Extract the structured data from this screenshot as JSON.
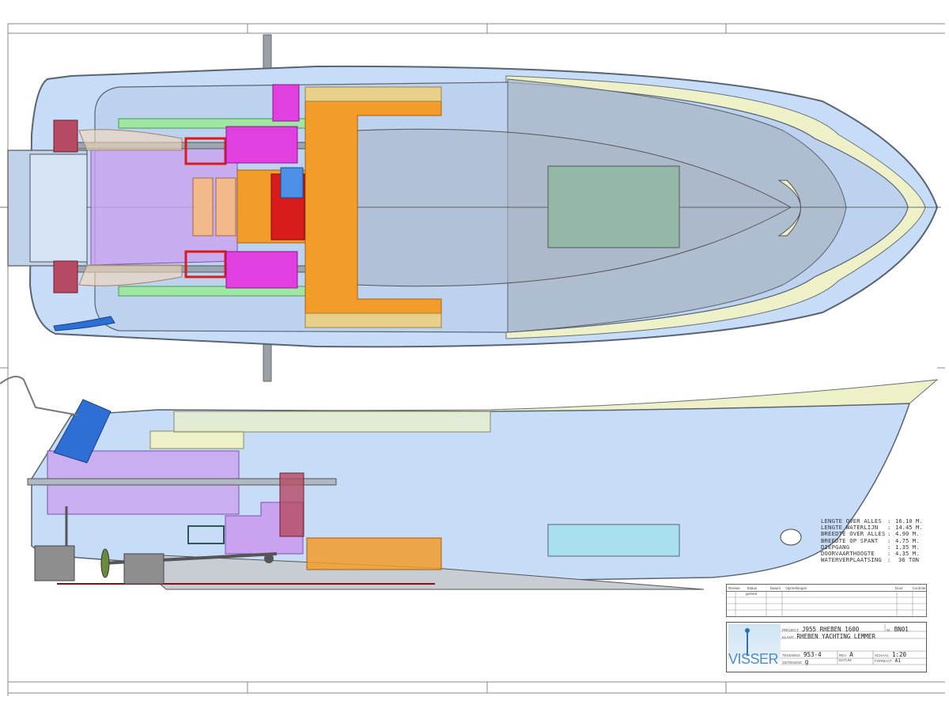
{
  "specs": [
    {
      "label": "LENGTE OVER ALLES",
      "value": "16.10 M."
    },
    {
      "label": "LENGTE WATERLIJN",
      "value": "14.45 M."
    },
    {
      "label": "BREEDTE OVER ALLES",
      "value": "4.90 M."
    },
    {
      "label": "BREEDTE OP SPANT",
      "value": "4.75 M."
    },
    {
      "label": "DIEPGANG",
      "value": "1.35 M."
    },
    {
      "label": "DOORVAARTHOOGTE",
      "value": "4.35 M."
    },
    {
      "label": "WATERVERPLAATSING",
      "value": "36 TON"
    }
  ],
  "revision_table": {
    "headers": [
      "Revisie",
      "Status",
      "Datum",
      "Opmerkingen",
      "Door",
      "Controle"
    ],
    "row_status": "gereed"
  },
  "title_block": {
    "logo_text": "VISSER",
    "project_label": "PROJECT",
    "project": "J955 RHEBEN 1600",
    "nr_label": "Nr.",
    "nr": "BN01",
    "klant_label": "KLANT",
    "klant": "RHEBEN YACHTING LEMMER",
    "tekening_label": "TEKENING",
    "tekening": "953-4",
    "rev_label": "REV",
    "rev": "A",
    "schaal_label": "SCHAAL",
    "schaal": "1:20",
    "getekend_label": "GETEKEND",
    "getekend": "g",
    "datum_label": "DATUM",
    "formaat_label": "FORMAAT",
    "formaat": "A1"
  },
  "colors": {
    "hull_blue": "#c7dcf7",
    "deck_yellow": "#eef1c8",
    "orange": "#f29c2a",
    "magenta": "#e23fe0",
    "red": "#d81c1c",
    "purple": "#c9a3f0",
    "green": "#9fe6a2",
    "gray_hatch": "#9aa6b2",
    "teal_box": "#93b8a8"
  }
}
